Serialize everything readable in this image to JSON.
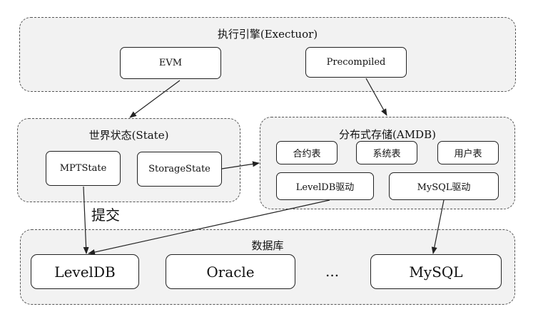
{
  "executor": {
    "title": "执行引擎(Exectuor)",
    "evm": "EVM",
    "precompiled": "Precompiled"
  },
  "world_state": {
    "title": "世界状态(State)",
    "mpt_state": "MPTState",
    "storage_state": "StorageState"
  },
  "amdb": {
    "title": "分布式存储(AMDB)",
    "contract_table": "合约表",
    "system_table": "系统表",
    "user_table": "用户表",
    "leveldb_driver": "LevelDB驱动",
    "mysql_driver": "MySQL驱动"
  },
  "commit_label": "提交",
  "database": {
    "title": "数据库",
    "leveldb": "LevelDB",
    "oracle": "Oracle",
    "ellipsis": "...",
    "mysql": "MySQL"
  },
  "colors": {
    "group_fill": "#f2f2f2",
    "box_fill": "#ffffff",
    "line": "#222222"
  }
}
